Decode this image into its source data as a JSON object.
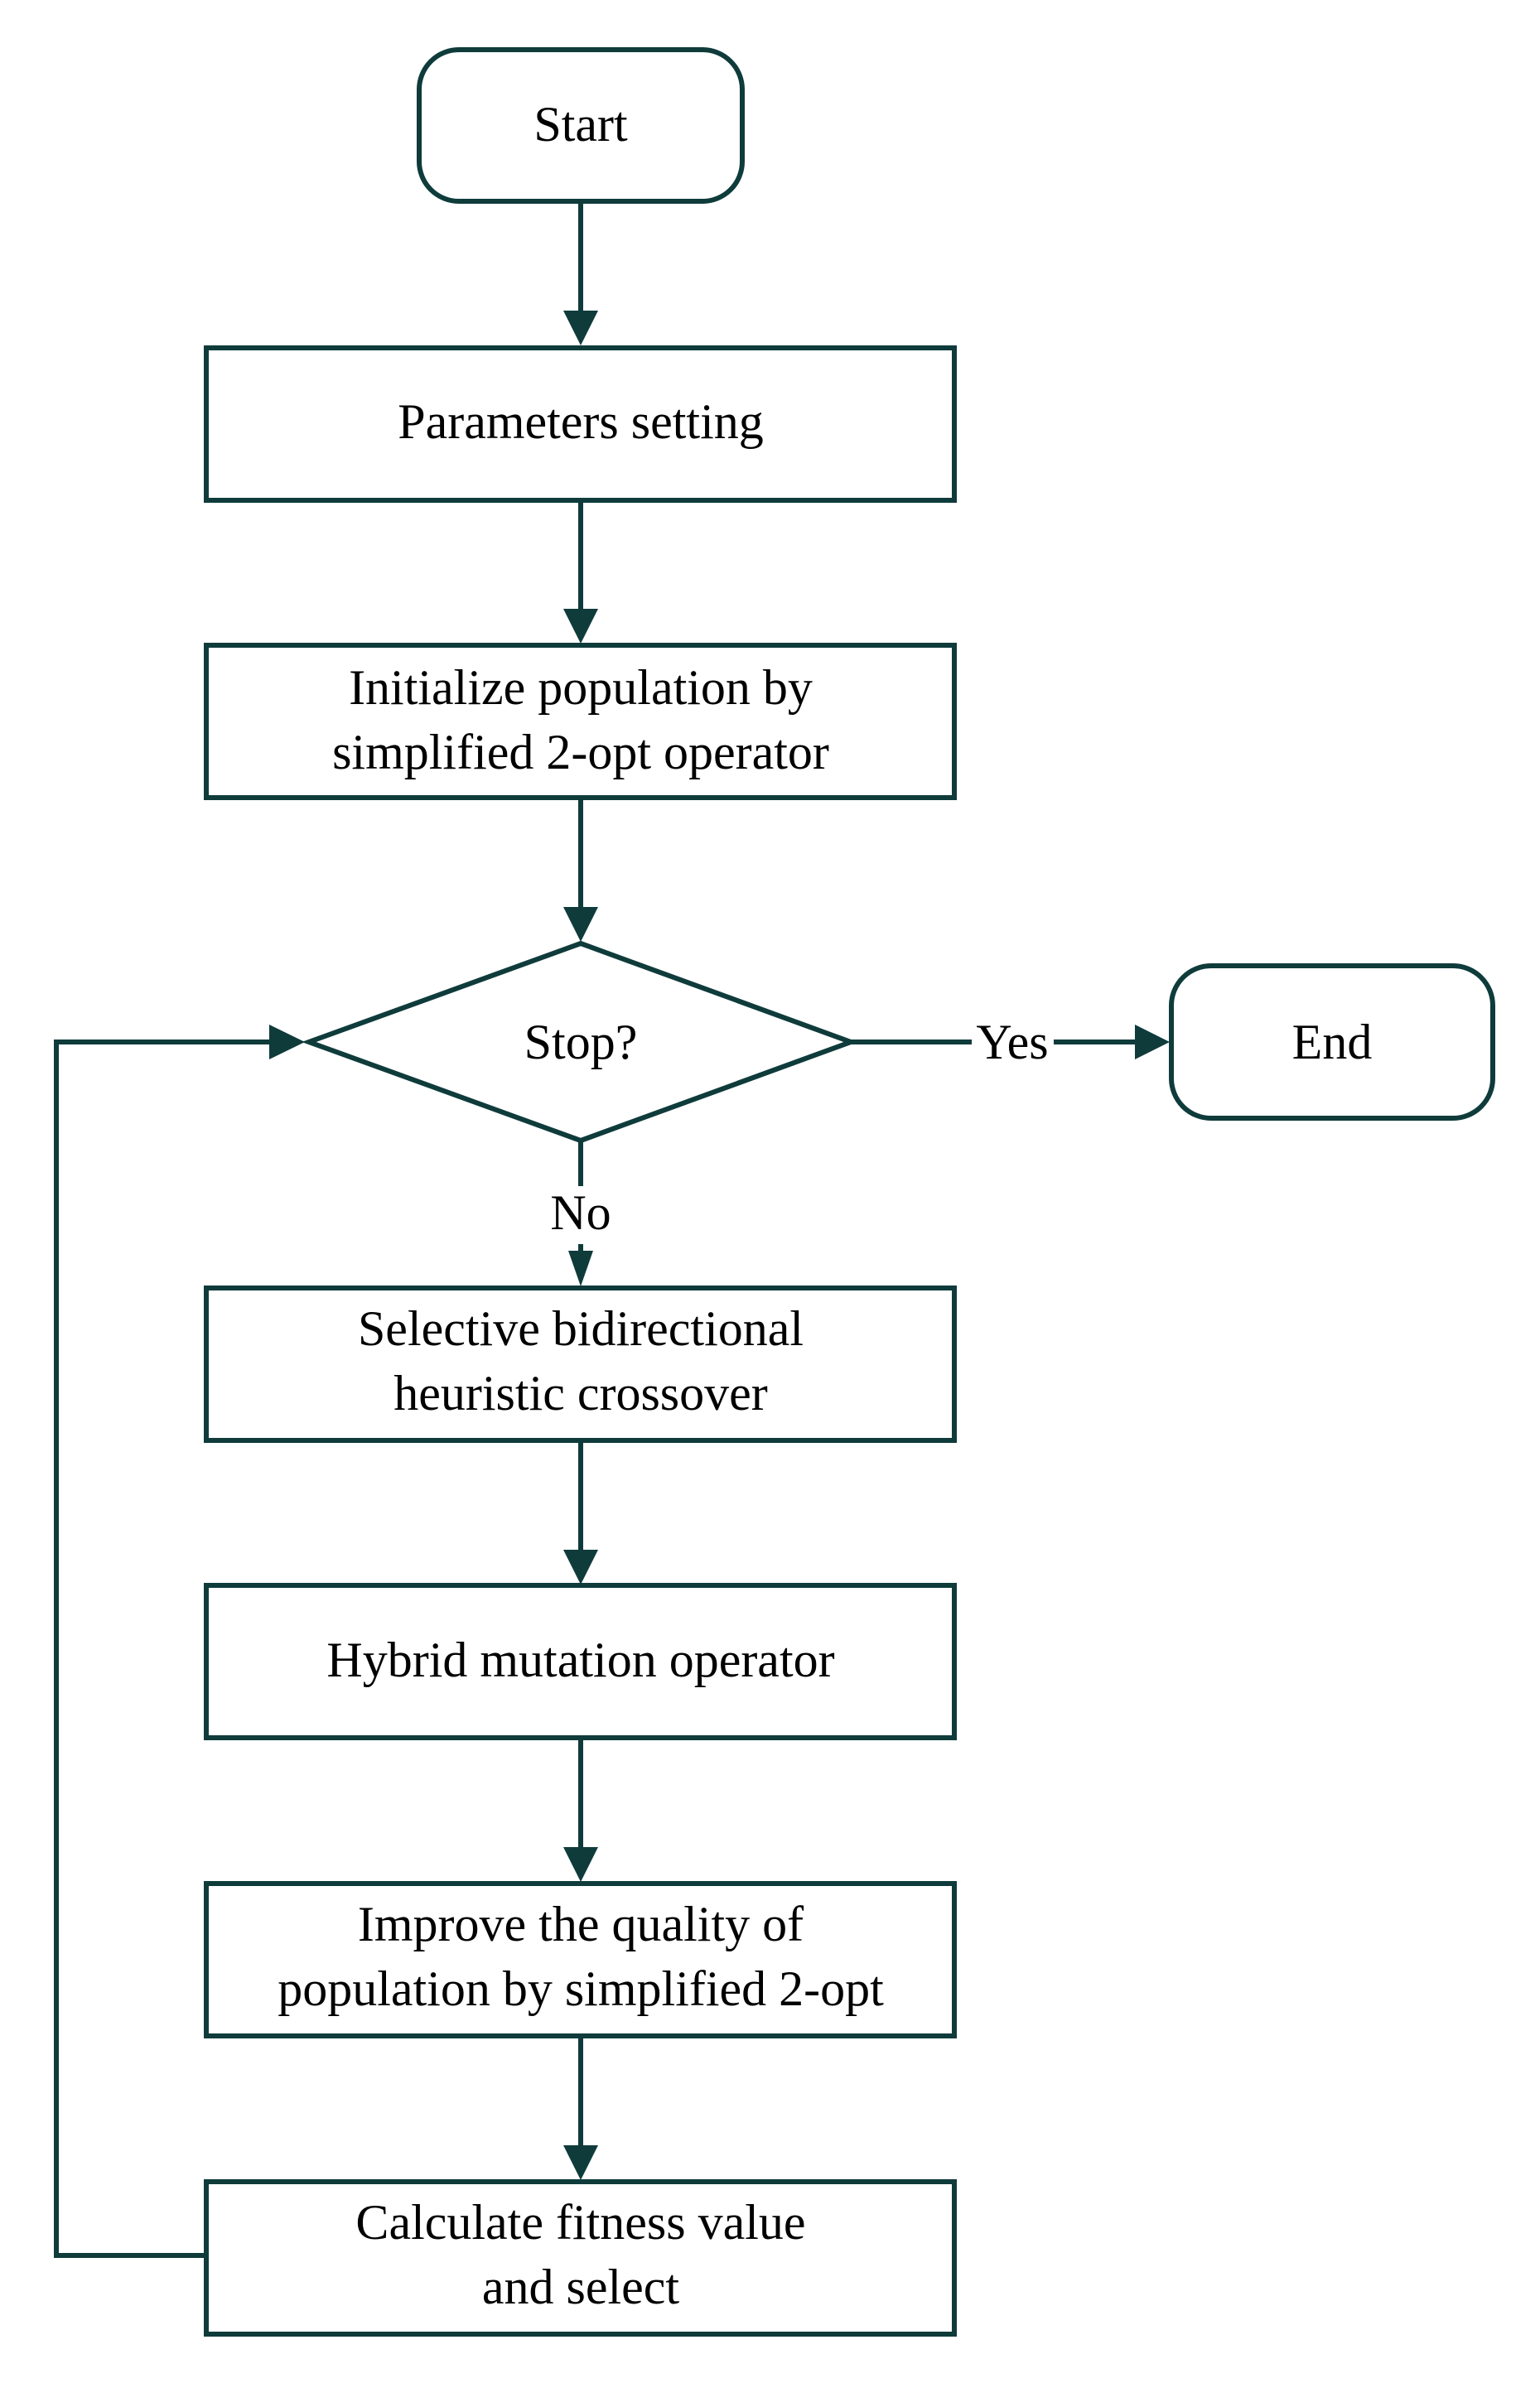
{
  "colors": {
    "stroke": "#0f3b3b",
    "text": "#000000",
    "background": "#ffffff"
  },
  "nodes": {
    "start": "Start",
    "params": "Parameters setting",
    "init": [
      "Initialize population by",
      "simplified 2-opt operator"
    ],
    "decision": "Stop?",
    "end": "End",
    "crossover": [
      "Selective bidirectional",
      "heuristic crossover"
    ],
    "mutation": "Hybrid mutation operator",
    "improve": [
      "Improve the quality of",
      "population by simplified 2-opt"
    ],
    "fitness": [
      "Calculate fitness value",
      "and select"
    ]
  },
  "edges": {
    "yes": "Yes",
    "no": "No"
  }
}
